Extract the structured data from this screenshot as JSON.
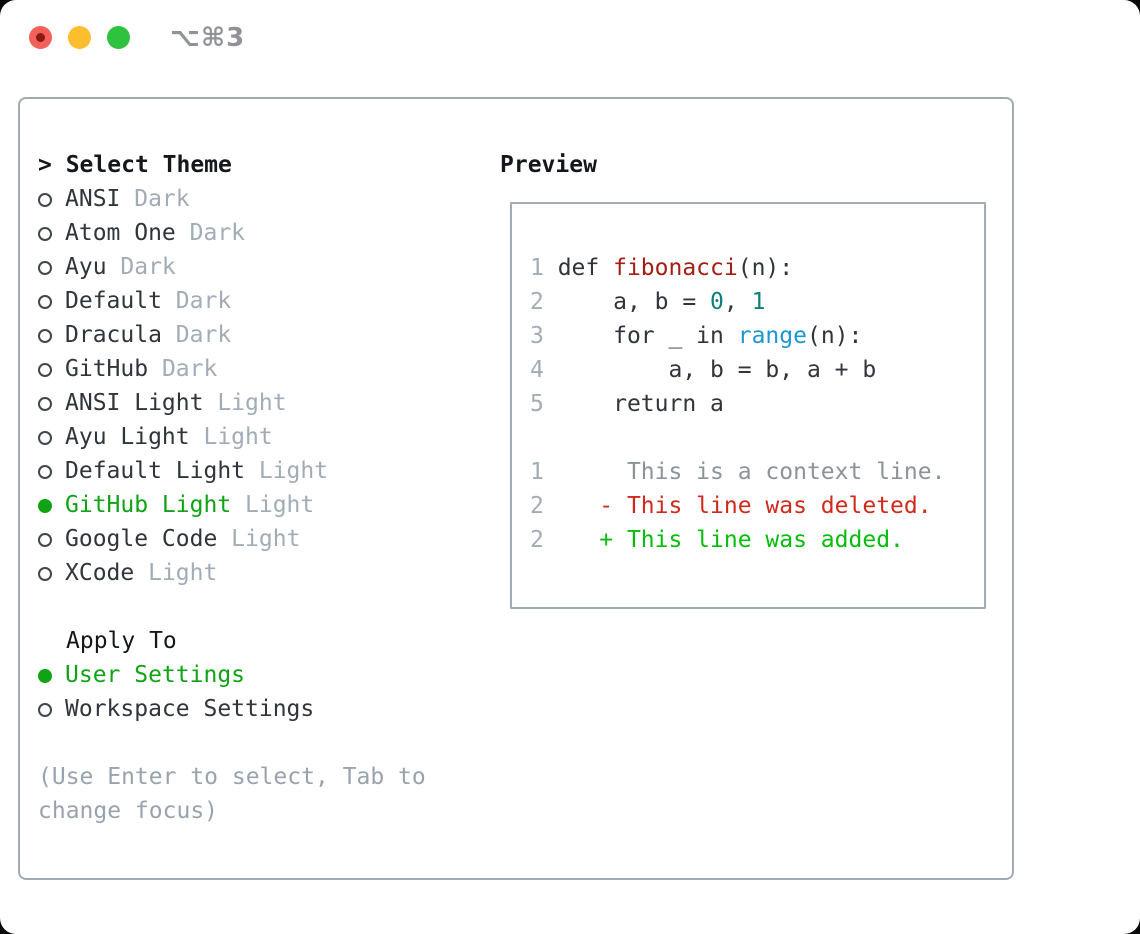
{
  "titlebar": {
    "shortcut": "⌥⌘3"
  },
  "panel": {
    "title_prefix": "> ",
    "title": "Select Theme",
    "themes": [
      {
        "name": "ANSI",
        "variant": "Dark",
        "selected": false
      },
      {
        "name": "Atom One",
        "variant": "Dark",
        "selected": false
      },
      {
        "name": "Ayu",
        "variant": "Dark",
        "selected": false
      },
      {
        "name": "Default",
        "variant": "Dark",
        "selected": false
      },
      {
        "name": "Dracula",
        "variant": "Dark",
        "selected": false
      },
      {
        "name": "GitHub",
        "variant": "Dark",
        "selected": false
      },
      {
        "name": "ANSI Light",
        "variant": "Light",
        "selected": false
      },
      {
        "name": "Ayu Light",
        "variant": "Light",
        "selected": false
      },
      {
        "name": "Default Light",
        "variant": "Light",
        "selected": false
      },
      {
        "name": "GitHub Light",
        "variant": "Light",
        "selected": true
      },
      {
        "name": "Google Code",
        "variant": "Light",
        "selected": false
      },
      {
        "name": "XCode",
        "variant": "Light",
        "selected": false
      }
    ],
    "apply_to": {
      "title": "Apply To",
      "options": [
        {
          "label": "User Settings",
          "selected": true
        },
        {
          "label": "Workspace Settings",
          "selected": false
        }
      ]
    },
    "hint_line1": "(Use Enter to select, Tab to",
    "hint_line2": "change focus)"
  },
  "preview": {
    "title": "Preview",
    "code_lines": [
      {
        "segments": [
          {
            "text": "1 ",
            "style": "lineno"
          },
          {
            "text": "def ",
            "style": "code"
          },
          {
            "text": "fibonacci",
            "style": "function"
          },
          {
            "text": "(n):",
            "style": "code"
          }
        ]
      },
      {
        "segments": [
          {
            "text": "2 ",
            "style": "lineno"
          },
          {
            "text": "    a, b = ",
            "style": "code"
          },
          {
            "text": "0",
            "style": "number"
          },
          {
            "text": ", ",
            "style": "code"
          },
          {
            "text": "1",
            "style": "number"
          }
        ]
      },
      {
        "segments": [
          {
            "text": "3 ",
            "style": "lineno"
          },
          {
            "text": "    for _ in ",
            "style": "code"
          },
          {
            "text": "range",
            "style": "builtin"
          },
          {
            "text": "(n):",
            "style": "code"
          }
        ]
      },
      {
        "segments": [
          {
            "text": "4 ",
            "style": "lineno"
          },
          {
            "text": "        a, b = b, a + b",
            "style": "code"
          }
        ]
      },
      {
        "segments": [
          {
            "text": "5 ",
            "style": "lineno"
          },
          {
            "text": "    return a",
            "style": "code"
          }
        ]
      },
      {
        "segments": []
      },
      {
        "segments": [
          {
            "text": "1",
            "style": "lineno"
          },
          {
            "text": "      This is a context line.",
            "style": "context"
          }
        ]
      },
      {
        "segments": [
          {
            "text": "2",
            "style": "lineno"
          },
          {
            "text": "    ",
            "style": "code"
          },
          {
            "text": "- This line was deleted.",
            "style": "deleted"
          }
        ]
      },
      {
        "segments": [
          {
            "text": "2",
            "style": "lineno"
          },
          {
            "text": "    ",
            "style": "code"
          },
          {
            "text": "+ This line was added.",
            "style": "added"
          }
        ]
      }
    ]
  },
  "colors": {
    "accent-green": "#10a316",
    "added-green": "#07bd0c",
    "deleted-red": "#cf2a1b",
    "function-red": "#a41e14",
    "number-teal": "#0e7f7a",
    "builtin-blue": "#1d96d2",
    "text-dark": "#2f353b",
    "muted": "#a2acb6",
    "context-gray": "#8b939b",
    "hint-gray": "#99a3ad",
    "border-gray": "#a2abb3",
    "traffic-red": "#f4605a",
    "traffic-yellow": "#fcbd2f",
    "traffic-green": "#2ec23e"
  }
}
